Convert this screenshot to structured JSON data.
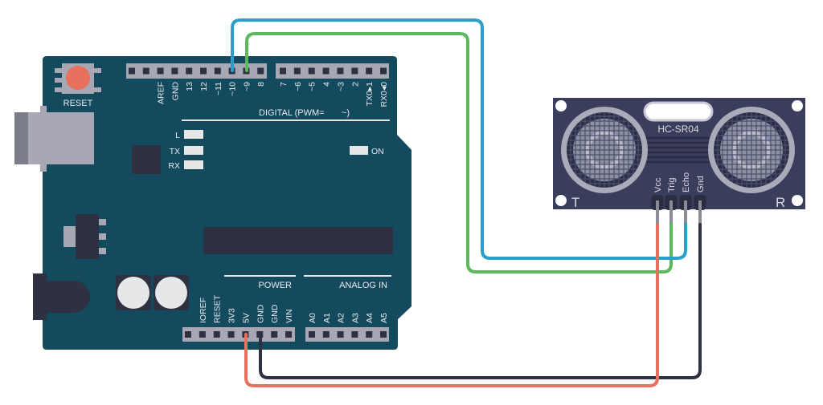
{
  "arduino": {
    "reset_button_label": "RESET",
    "leds": {
      "l": "L",
      "tx": "TX",
      "rx": "RX",
      "on": "ON"
    },
    "digital_section_label": "DIGITAL (PWM=       ~)",
    "power_section_label": "POWER",
    "analog_section_label": "ANALOG IN",
    "digital_header_1": [
      "",
      "",
      "AREF",
      "GND",
      "13",
      "12",
      "~11",
      "~10",
      "~9",
      "8"
    ],
    "digital_header_2": [
      "7",
      "~6",
      "~5",
      "4",
      "~3",
      "2",
      "TX0▸1",
      "RX0◂0"
    ],
    "power_header": [
      "",
      "IOREF",
      "RESET",
      "3V3",
      "5V",
      "GND",
      "GND",
      "VIN"
    ],
    "analog_header": [
      "A0",
      "A1",
      "A2",
      "A3",
      "A4",
      "A5"
    ]
  },
  "sensor": {
    "model": "HC-SR04",
    "transmitter_label": "T",
    "receiver_label": "R",
    "pins": [
      "Vcc",
      "Trig",
      "Echo",
      "Gnd"
    ]
  },
  "wires": [
    {
      "from": "~9",
      "to": "Trig",
      "color": "#5cb85c"
    },
    {
      "from": "~10",
      "to": "Echo",
      "color": "#2a9fca"
    },
    {
      "from": "GND",
      "to": "Gnd",
      "color": "#2e3142"
    },
    {
      "from": "5V",
      "to": "Vcc",
      "color": "#e8705e"
    }
  ],
  "colors": {
    "arduino_board": "#134a5e",
    "sensor_board": "#3b3d5c",
    "reset_button": "#e8705e",
    "component_dark": "#2e3142",
    "component_gray": "#a7a8b3",
    "led_off": "#e6e7e9"
  }
}
